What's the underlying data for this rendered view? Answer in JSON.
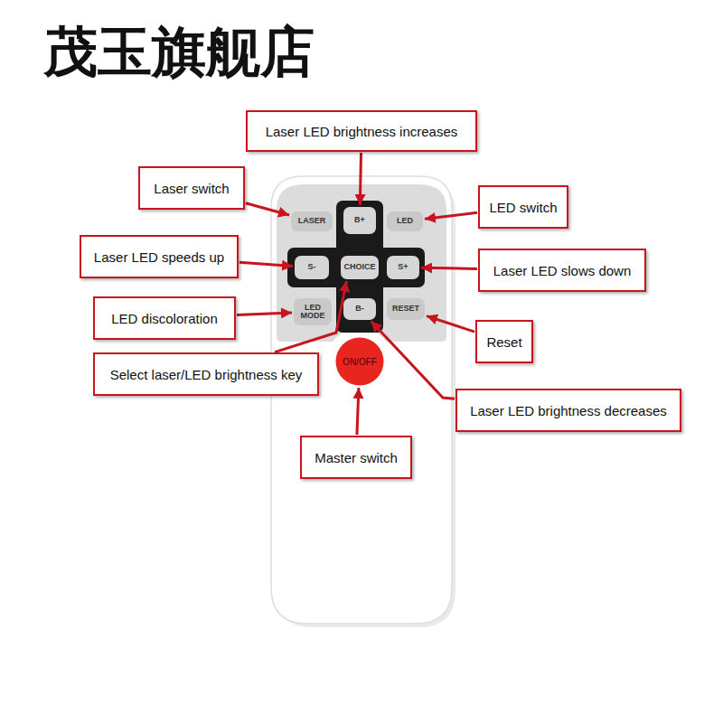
{
  "diagram": {
    "title": "茂玉旗舰店",
    "nodes": [
      {
        "text": [
          "Laser LED brightness increases"
        ]
      },
      {
        "text": [
          "Laser switch"
        ]
      },
      {
        "text": [
          "LED switch"
        ]
      },
      {
        "text": [
          "Laser LED speeds up"
        ]
      },
      {
        "text": [
          "Laser LED slows down"
        ]
      },
      {
        "text": [
          "LED discoloration"
        ]
      },
      {
        "text": [
          "Reset"
        ]
      },
      {
        "text": [
          "Select laser/LED brightness key"
        ]
      },
      {
        "text": [
          "Laser LED brightness decreases"
        ]
      },
      {
        "text": [
          "Master switch"
        ]
      },
      {
        "text": [
          "LASER"
        ]
      },
      {
        "text": [
          "B+"
        ]
      },
      {
        "text": [
          "LED"
        ]
      },
      {
        "text": [
          "S-"
        ]
      },
      {
        "text": [
          "CHOICE"
        ]
      },
      {
        "text": [
          "S+"
        ]
      },
      {
        "text": [
          "LED MODE"
        ]
      },
      {
        "text": [
          "B-"
        ]
      },
      {
        "text": [
          "RESET"
        ]
      },
      {
        "text": [
          "ON/OFF"
        ]
      }
    ],
    "edges": [
      {
        "from": 0,
        "to": 11,
        "arrow": "to"
      },
      {
        "from": 1,
        "to": 10,
        "arrow": "to"
      },
      {
        "from": 2,
        "to": 12,
        "arrow": "to"
      },
      {
        "from": 3,
        "to": 13,
        "arrow": "to"
      },
      {
        "from": 4,
        "to": 15,
        "arrow": "to"
      },
      {
        "from": 5,
        "to": 16,
        "arrow": "to"
      },
      {
        "from": 6,
        "to": 18,
        "arrow": "to"
      },
      {
        "from": 7,
        "to": 14,
        "arrow": "to"
      },
      {
        "from": 8,
        "to": 17,
        "arrow": "to"
      },
      {
        "from": 9,
        "to": 19,
        "arrow": "to"
      }
    ]
  }
}
